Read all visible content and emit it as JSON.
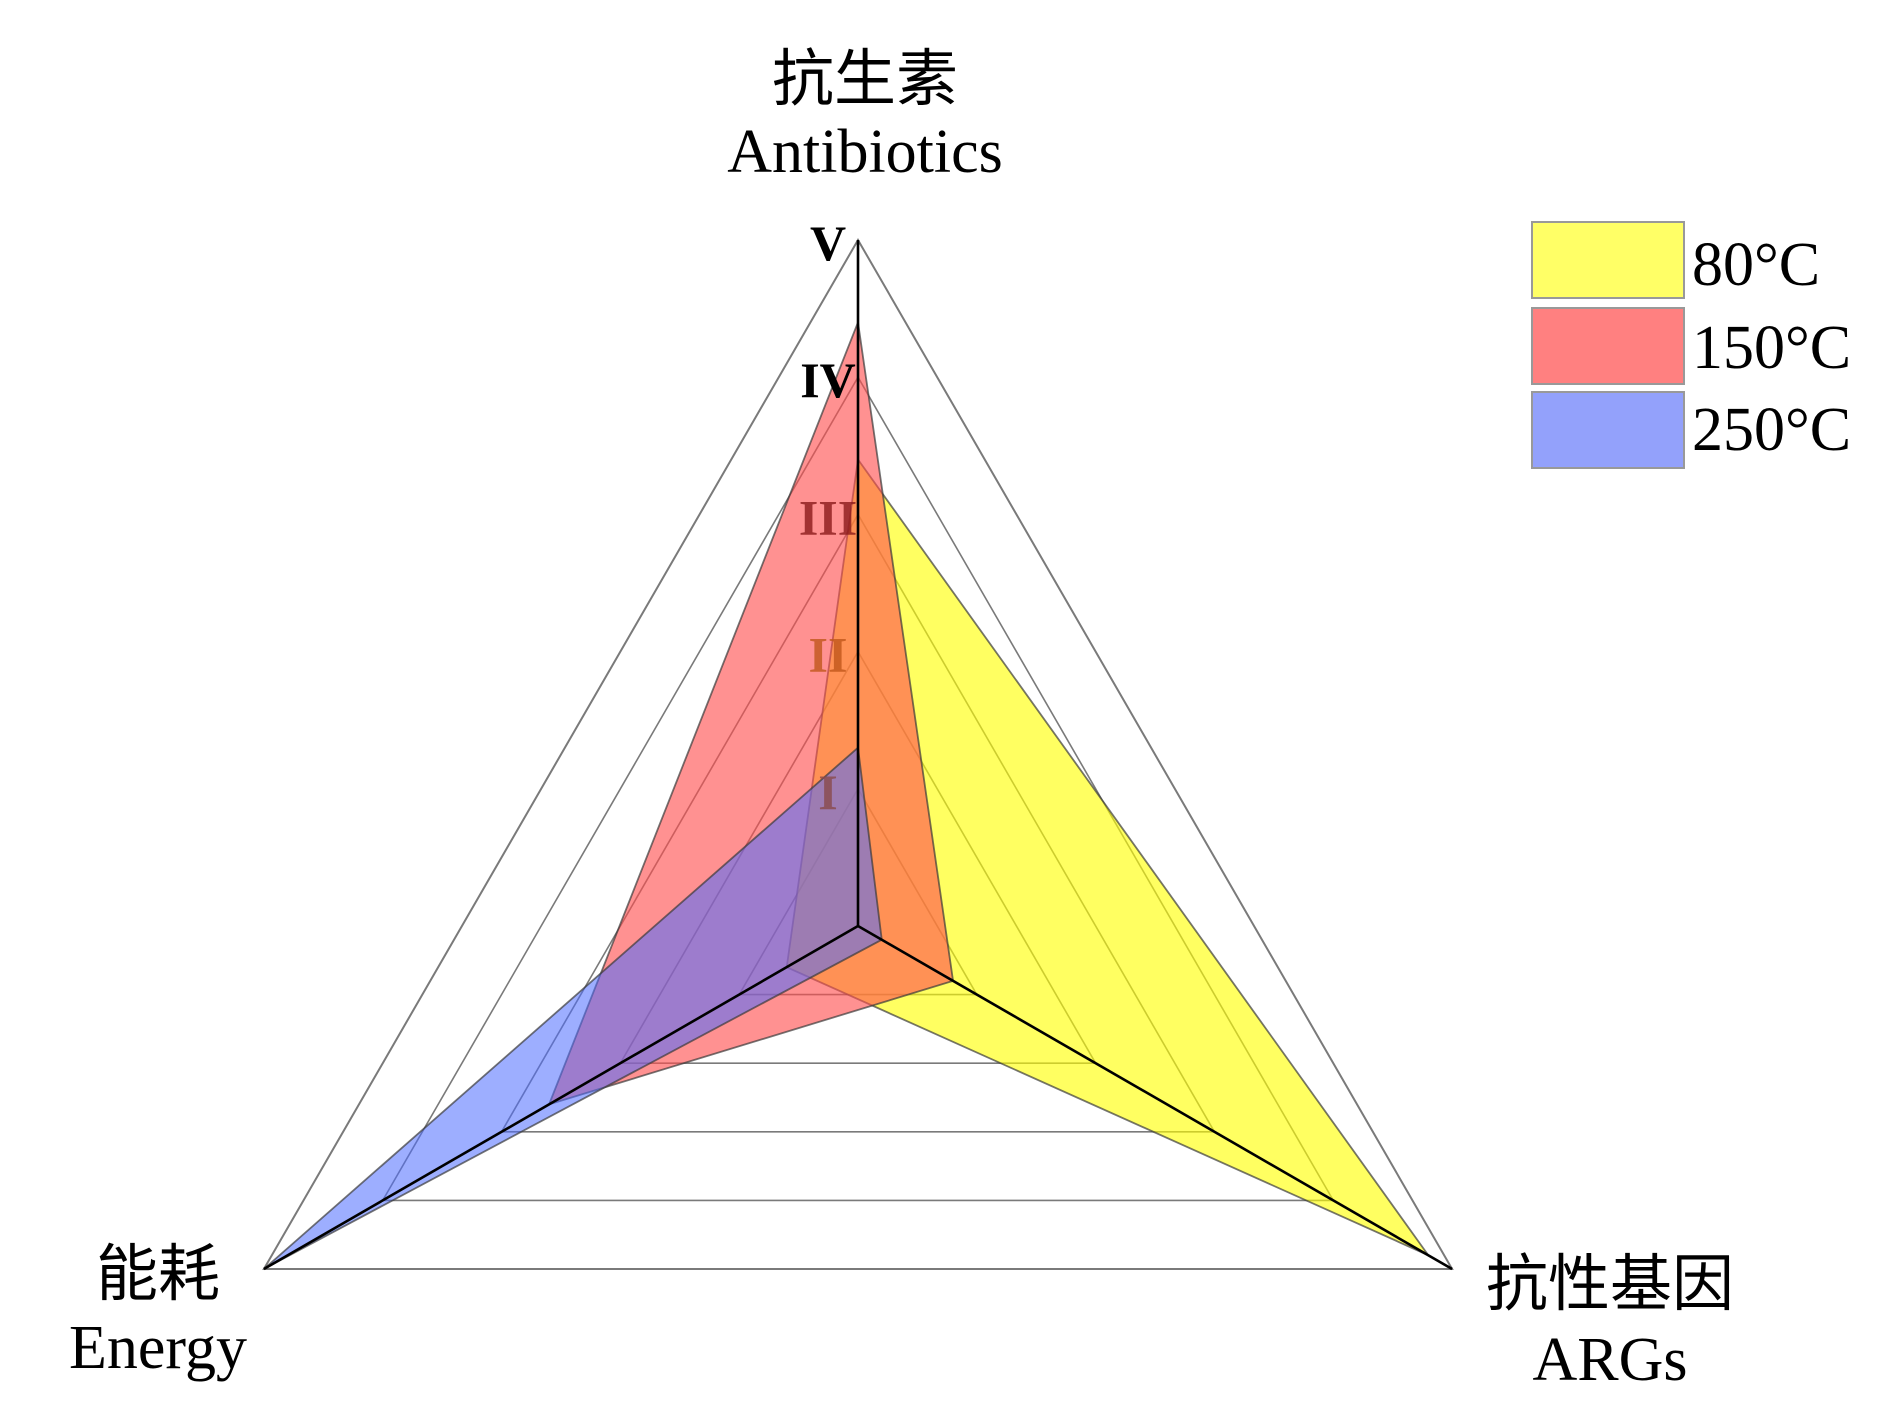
{
  "chart_data": {
    "type": "radar",
    "axes": [
      {
        "label_cn": "抗生素",
        "label_en": "Antibiotics"
      },
      {
        "label_cn": "抗性基因",
        "label_en": "ARGs"
      },
      {
        "label_cn": "能耗",
        "label_en": "Energy"
      }
    ],
    "scale": {
      "min": 0,
      "max": 5
    },
    "tick_labels": [
      "I",
      "II",
      "III",
      "IV",
      "V"
    ],
    "series": [
      {
        "name": "80°C",
        "color": "#ffff00",
        "values": [
          3.4,
          4.8,
          0.6
        ]
      },
      {
        "name": "150°C",
        "color": "#ff4d4d",
        "values": [
          4.4,
          0.8,
          2.6
        ]
      },
      {
        "name": "250°C",
        "color": "#4d6bff",
        "values": [
          1.3,
          0.2,
          5.0
        ]
      }
    ],
    "legend": "top-right",
    "grid": true
  }
}
